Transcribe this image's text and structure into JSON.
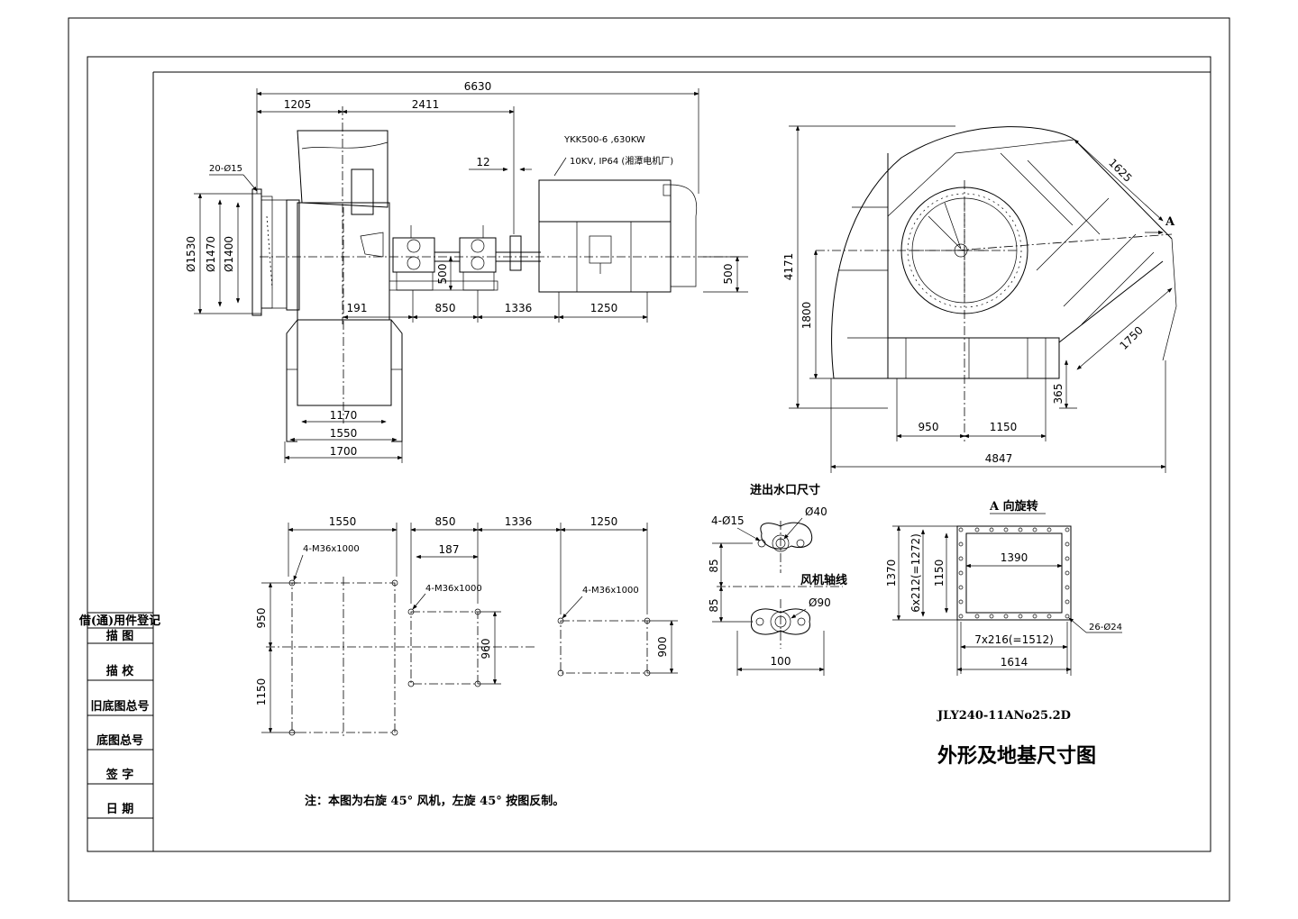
{
  "side_view": {
    "dim_total": "6630",
    "dim_a": "1205",
    "dim_b": "2411",
    "dim_gap": "12",
    "motor_line1": "YKK500-6 ,630KW",
    "motor_line2": "10KV, IP64 (湘潭电机厂)",
    "hole_note": "20-Ø15",
    "d1530": "Ø1530",
    "d1470": "Ø1470",
    "d1400": "Ø1400",
    "h500_left": "500",
    "h500_right": "500",
    "dim_191": "191",
    "dim_850": "850",
    "dim_1336": "1336",
    "dim_1250": "1250",
    "dim_1170": "1170",
    "dim_1550": "1550",
    "dim_1700": "1700"
  },
  "front_view": {
    "dim_1625": "1625",
    "mark_a": "A",
    "dim_4171": "4171",
    "dim_1800": "1800",
    "dim_1750": "1750",
    "dim_365": "365",
    "dim_950": "950",
    "dim_1150": "1150",
    "dim_4847": "4847"
  },
  "foundation": {
    "dim_1550": "1550",
    "dim_850": "850",
    "dim_1336": "1336",
    "dim_1250": "1250",
    "dim_187": "187",
    "bolt1": "4-M36x1000",
    "bolt2": "4-M36x1000",
    "bolt3": "4-M36x1000",
    "dim_950": "950",
    "dim_1150": "1150",
    "dim_960": "960",
    "dim_900": "900"
  },
  "water_port": {
    "title": "进出水口尺寸",
    "holes": "4-Ø15",
    "d40": "Ø40",
    "d90": "Ø90",
    "dim_85a": "85",
    "dim_85b": "85",
    "axis_label": "风机轴线",
    "dim_100": "100"
  },
  "a_view": {
    "title": "A 向旋转",
    "dim_1390": "1390",
    "dim_1370": "1370",
    "dim_side": "6x212(=1272)",
    "dim_1150": "1150",
    "dim_bottom": "7x216(=1512)",
    "dim_1614": "1614",
    "holes": "26-Ø24"
  },
  "title_block": {
    "model": "JLY240-11ANo25.2D",
    "title": "外形及地基尺寸图",
    "note": "注：本图为右旋 45° 风机，左旋 45° 按图反制。"
  },
  "left_block": {
    "rows": [
      "借(通)用件登记",
      "描  图",
      "描  校",
      "旧底图总号",
      "底图总号",
      "签  字",
      "日  期"
    ]
  }
}
